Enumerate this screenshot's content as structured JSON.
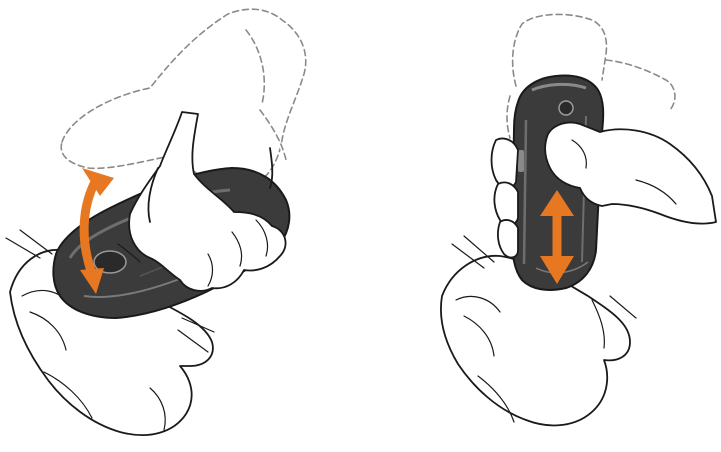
{
  "figure": {
    "panels": [
      {
        "id": "left",
        "motion": "tilt-back-and-forth",
        "arrow_icon": "curved-double-arrow-icon",
        "arrow_color": "#e87722",
        "device_color": "#3b3b3b"
      },
      {
        "id": "right",
        "motion": "move-up-and-down",
        "arrow_icon": "vertical-double-arrow-icon",
        "arrow_color": "#e87722",
        "device_color": "#3b3b3b"
      }
    ]
  }
}
